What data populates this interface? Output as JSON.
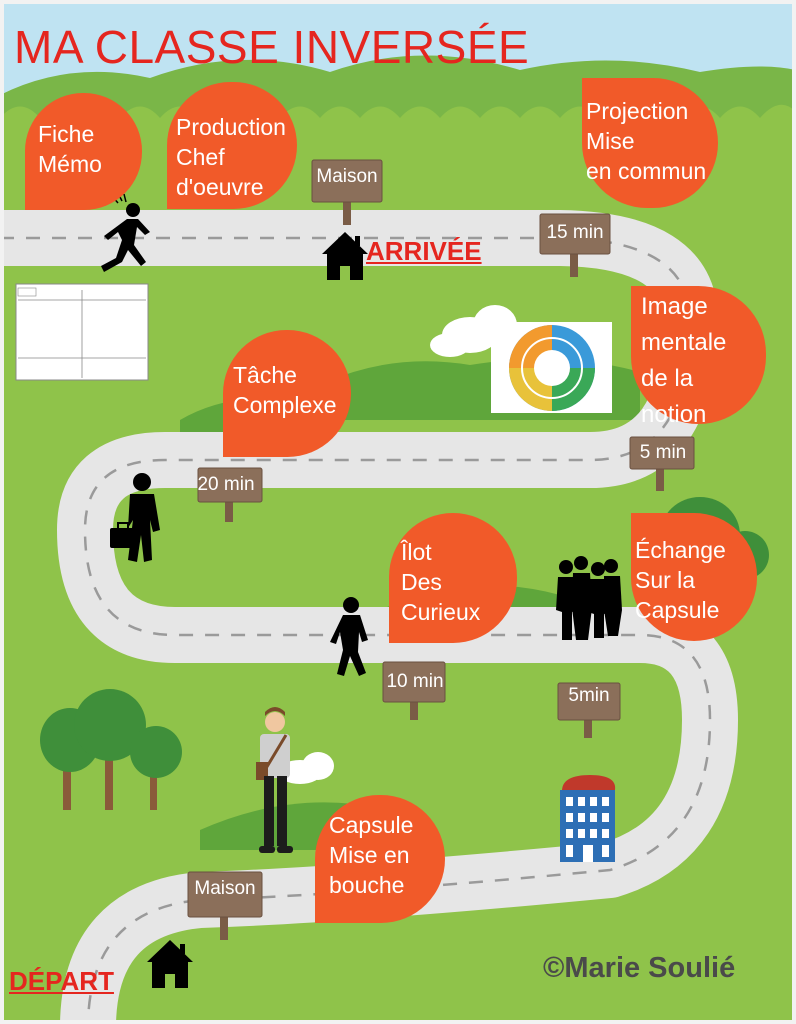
{
  "title": "MA CLASSE INVERSÉE",
  "colors": {
    "title_red": "#e5261f",
    "bubble_orange": "#f15a29",
    "grass": "#8fc34a",
    "sky": "#bfe3f2",
    "road": "#e6e6e6",
    "sign_wood": "#8b6f5a"
  },
  "bubbles": {
    "fiche_memo": "Fiche\nMémo",
    "production": "Production\nChef\nd'oeuvre",
    "projection": "Projection\nMise\nen commun",
    "image_mentale": "Image\nmentale\nde la\nnotion",
    "tache_complexe": "Tâche\nComplexe",
    "ilot": "Îlot\nDes\nCurieux",
    "echange": "Échange\nSur la\nCapsule",
    "capsule": "Capsule\nMise en\nbouche"
  },
  "signs": {
    "maison_top": "Maison",
    "min_15": "15 min",
    "min_5_top": "5 min",
    "min_20": "20 min",
    "min_10": "10 min",
    "min_5_bottom": "5min",
    "maison_bottom": "Maison"
  },
  "labels": {
    "arrivee": "ARRIVÉE",
    "depart": "DÉPART"
  },
  "copyright": "©Marie Soulié",
  "icons": [
    "house-icon",
    "walker-icon",
    "businessman-icon",
    "student-icon",
    "group-silhouette-icon",
    "building-icon",
    "tree-icon",
    "cloud-icon"
  ]
}
